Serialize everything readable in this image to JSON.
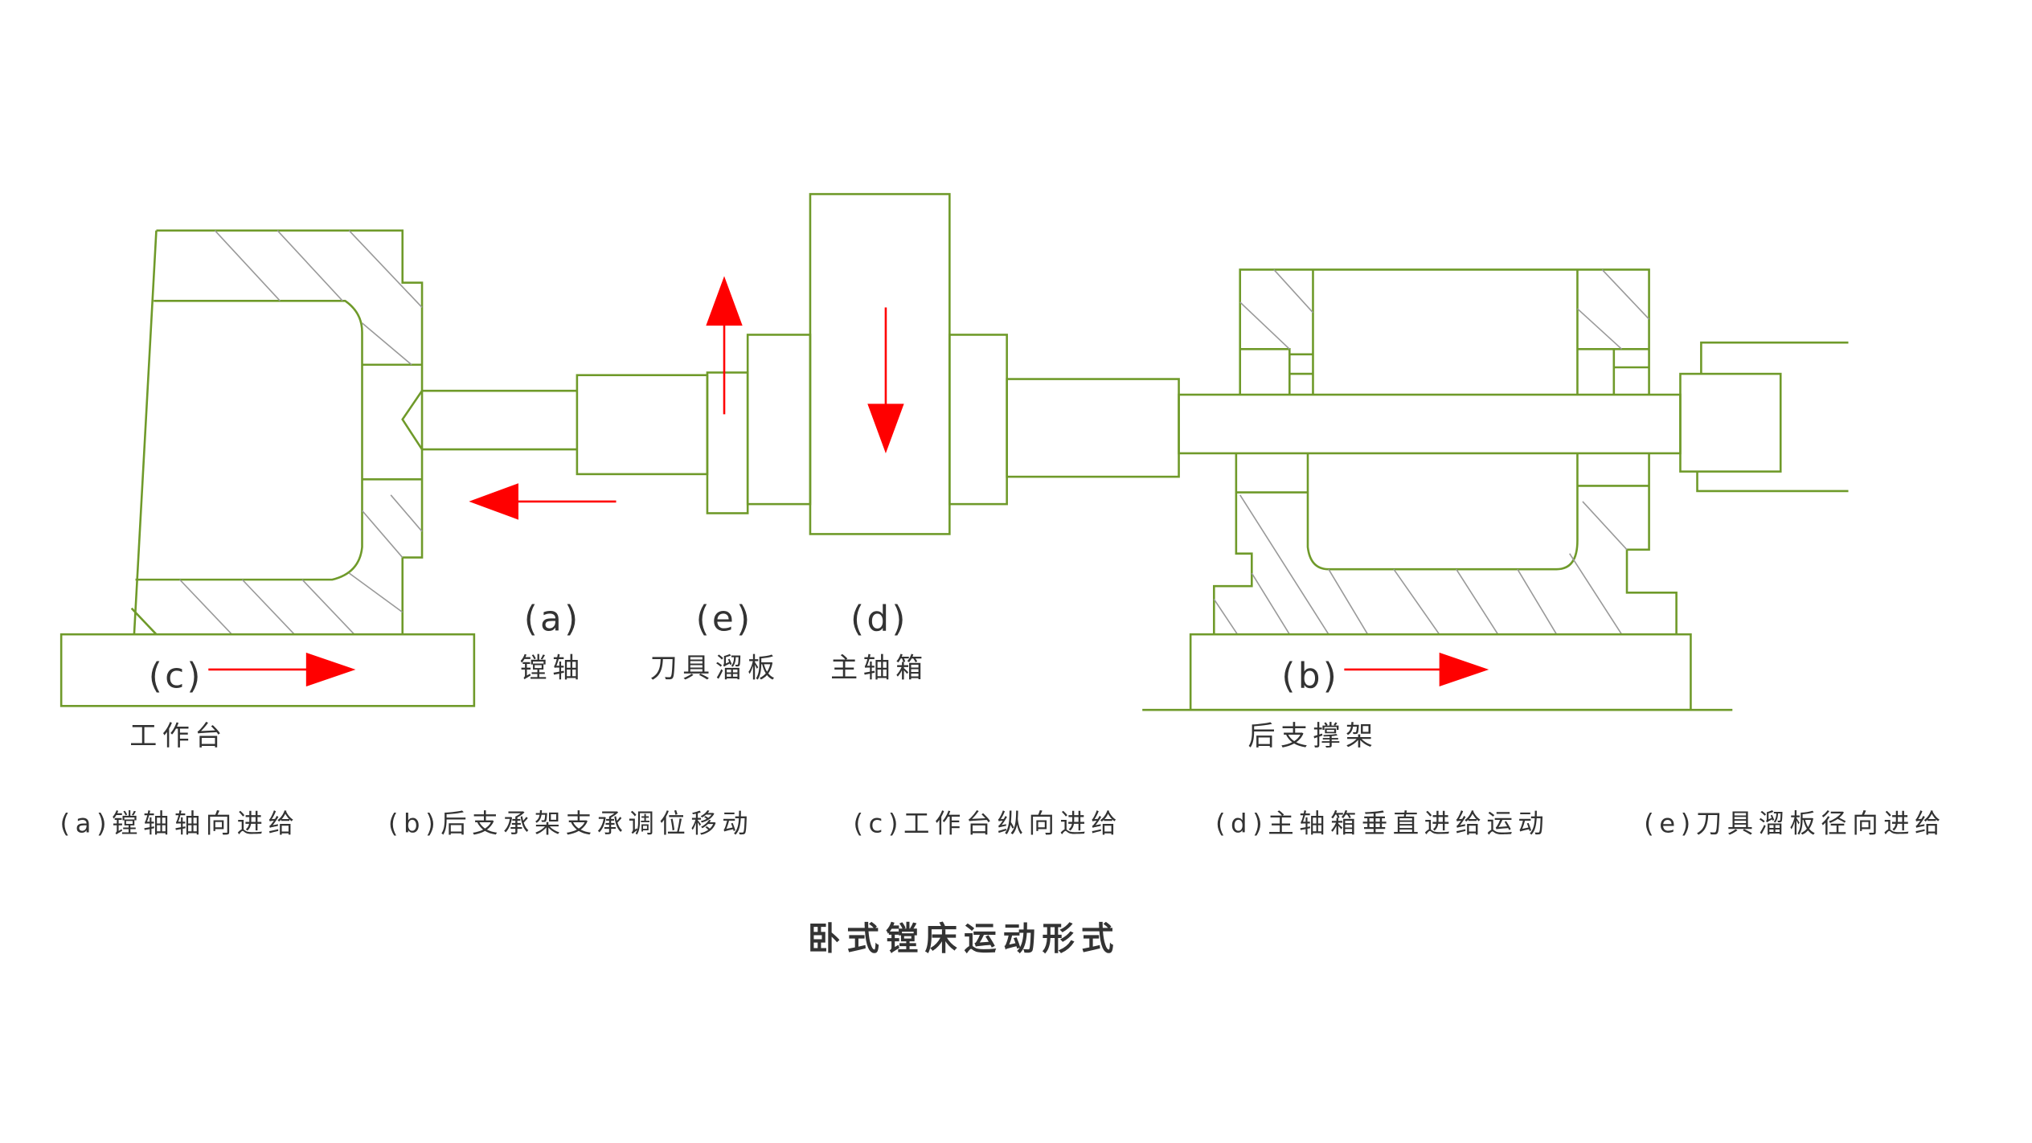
{
  "diagram": {
    "title": "卧式镗床运动形式",
    "colors": {
      "outline": "#6f9a2a",
      "arrow": "#ff0000",
      "hatch": "#9a9a9a",
      "text": "#333333"
    },
    "parts": {
      "a": {
        "tag": "(a)",
        "name": "镗轴"
      },
      "e": {
        "tag": "(e)",
        "name": "刀具溜板"
      },
      "d": {
        "tag": "(d)",
        "name": "主轴箱"
      },
      "c": {
        "tag": "(c)",
        "name": "工作台"
      },
      "b": {
        "tag": "(b)",
        "name": "后支撑架"
      }
    },
    "captions": [
      "(a)镗轴轴向进给",
      "(b)后支承架支承调位移动",
      "(c)工作台纵向进给",
      "(d)主轴箱垂直进给运动",
      "(e)刀具溜板径向进给"
    ]
  }
}
